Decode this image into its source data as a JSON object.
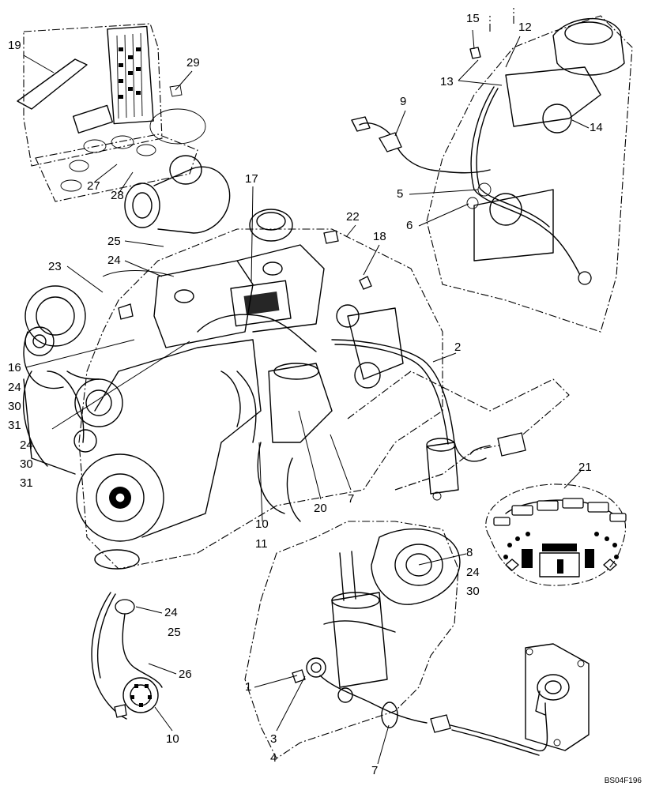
{
  "figure": {
    "reference_code": "BS04F196",
    "callouts": {
      "c19": "19",
      "c29": "29",
      "c27": "27",
      "c28": "28",
      "c15": "15",
      "c12": "12",
      "c13": "13",
      "c9": "9",
      "c14": "14",
      "c17": "17",
      "c25a": "25",
      "c24a": "24",
      "c22": "22",
      "c18": "18",
      "c5": "5",
      "c6": "6",
      "c23": "23",
      "c16": "16",
      "c24b": "24",
      "c30a": "30",
      "c31a": "31",
      "c24c": "24",
      "c30b": "30",
      "c31b": "31",
      "c2": "2",
      "c21": "21",
      "c20": "20",
      "c7a": "7",
      "c10a": "10",
      "c11": "11",
      "c8": "8",
      "c24d": "24",
      "c30c": "30",
      "c24e": "24",
      "c25b": "25",
      "c26": "26",
      "c10b": "10",
      "c1": "1",
      "c3": "3",
      "c4": "4",
      "c7b": "7"
    }
  }
}
